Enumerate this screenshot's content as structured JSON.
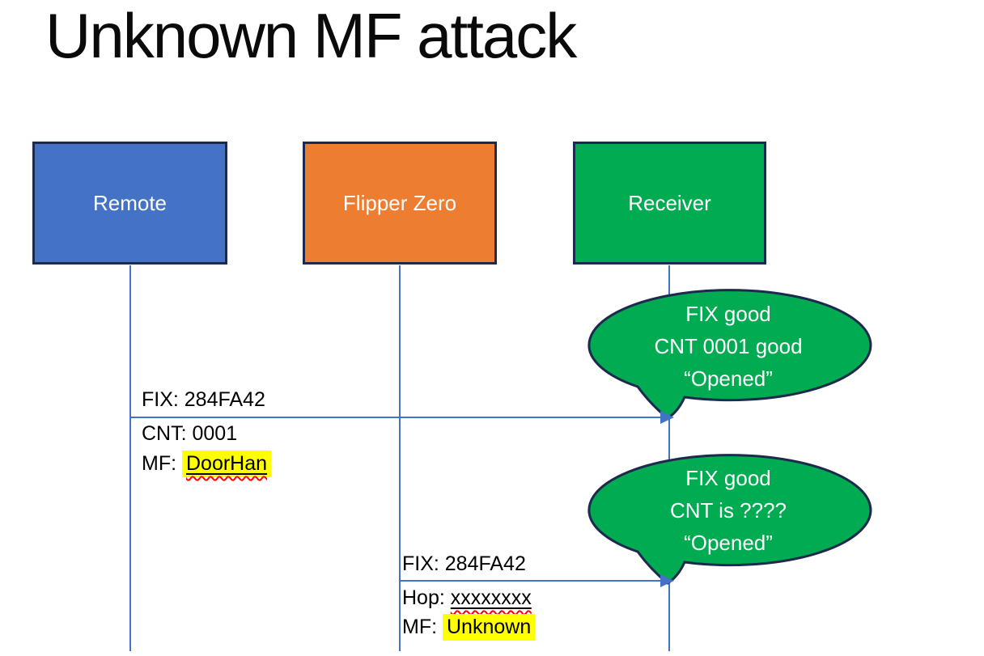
{
  "title": "Unknown MF attack",
  "actors": [
    {
      "id": "remote",
      "label": "Remote",
      "fill": "#4472c4"
    },
    {
      "id": "flipper-zero",
      "label": "Flipper Zero",
      "fill": "#ed7d31"
    },
    {
      "id": "receiver",
      "label": "Receiver",
      "fill": "#00ab51"
    }
  ],
  "messages": [
    {
      "from": "Remote",
      "to": "Receiver",
      "lines": [
        {
          "text": "FIX: 284FA42"
        },
        {
          "text": "CNT: 0001"
        },
        {
          "prefix": "MF: ",
          "value": "DoorHan",
          "highlight": true,
          "underline": true,
          "squiggle": true
        }
      ]
    },
    {
      "from": "Flipper Zero",
      "to": "Receiver",
      "lines": [
        {
          "text": "FIX: 284FA42"
        },
        {
          "prefix": "Hop: ",
          "value": "xxxxxxxx",
          "underline": true,
          "squiggle": true
        },
        {
          "prefix": "MF: ",
          "value": "Unknown",
          "highlight": true
        }
      ]
    }
  ],
  "callouts": [
    {
      "speaker": "Receiver",
      "lines": [
        "FIX good",
        "CNT 0001 good",
        "“Opened”"
      ]
    },
    {
      "speaker": "Receiver",
      "lines": [
        "FIX good",
        "CNT is ????",
        "“Opened”"
      ]
    }
  ],
  "colors": {
    "actor_blue": "#4472c4",
    "actor_orange": "#ed7d31",
    "actor_green": "#00ab51",
    "bubble_green": "#00ab51",
    "shape_border_navy": "#1b2a4d",
    "line_blue": "#4472c4",
    "highlight_yellow": "#ffff00",
    "squiggle_red": "#ff0000",
    "text_black": "#000000",
    "text_white": "#ffffff"
  }
}
